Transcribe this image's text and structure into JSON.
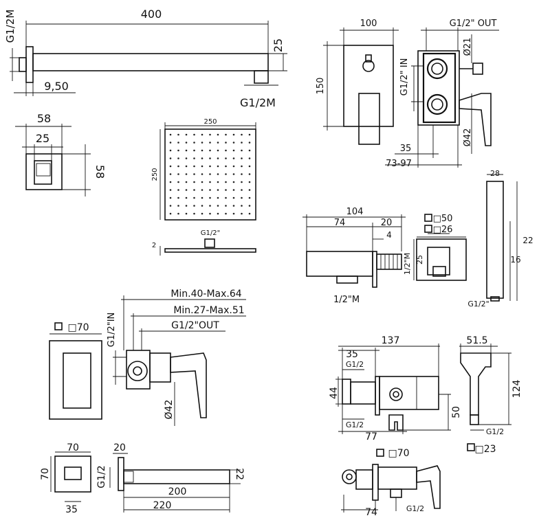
{
  "shower_arm": {
    "length": "400",
    "height": "25",
    "thread_left": "G1/2M",
    "offset": "9,50",
    "thread_right": "G1/2M"
  },
  "arm_flange": {
    "outer": "58",
    "inner": "25",
    "height": "58"
  },
  "shower_head": {
    "width": "250",
    "height": "250",
    "thread": "G1/2\"",
    "thickness": "2"
  },
  "mixer_box": {
    "width": "100",
    "height": "150",
    "thread_out": "G1/2\" OUT",
    "thread_in": "G1/2\" IN",
    "dia_small": "Ø21",
    "dia_large": "Ø42",
    "depth": "35",
    "depth_range": "73-97"
  },
  "wall_outlet": {
    "total": "104",
    "part_a": "74",
    "part_b": "20",
    "gap": "4",
    "thread": "1/2\"M",
    "side_height": "25",
    "side_thread": "1/2\"M",
    "plate_outer": "□50",
    "plate_inner": "□26"
  },
  "hand_shower": {
    "width": "28",
    "length": "22",
    "grip": "16",
    "thread": "G1/2\""
  },
  "single_mixer": {
    "plate": "□70",
    "thread_in": "G1/2\"IN",
    "range_1": "Min.40-Max.64",
    "range_2": "Min.27-Max.51",
    "thread_out": "G1/2\"OUT",
    "dia": "Ø42"
  },
  "spout": {
    "plate_w": "70",
    "plate_h": "70",
    "inner": "35",
    "gap": "20",
    "thread": "G1/2",
    "length_a": "200",
    "length_b": "220",
    "height": "22"
  },
  "bidet_valve": {
    "offset": "35",
    "total": "137",
    "thread_top": "G1/2",
    "height": "44",
    "thread_bottom": "G1/2",
    "length": "77",
    "drop": "50"
  },
  "bidet_spray": {
    "width": "51.5",
    "height": "124",
    "thread": "G1/2",
    "base": "□23"
  },
  "bidet_mixer": {
    "plate": "□70",
    "length": "74",
    "thread": "G1/2"
  }
}
